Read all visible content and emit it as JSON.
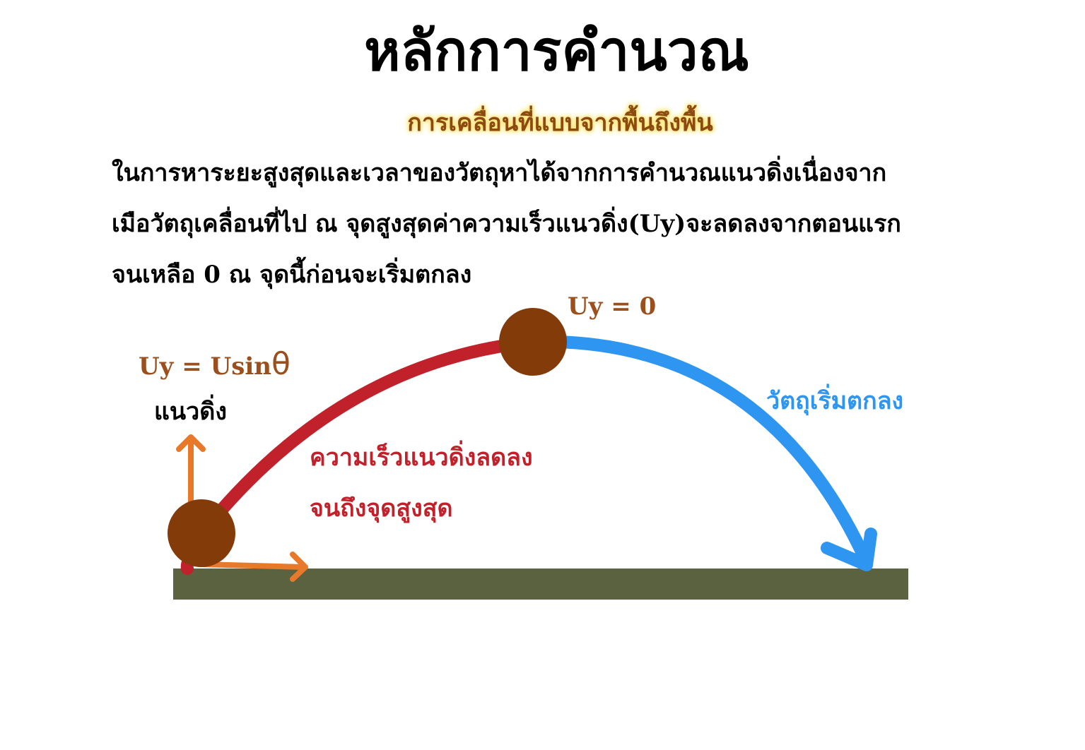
{
  "title": "หลักการคำนวณ",
  "subtitle": "การเคลื่อนที่แบบจากพื้นถึงพื้น",
  "paragraph": {
    "lines": [
      "ในการหาระยะสูงสุดและเวลาของวัตถุหาได้จากการคำนวณแนวดิ่งเนื่องจาก",
      "เมือวัตถุเคลื่อนที่ไป ณ จุดสูงสุดค่าความเร็วแนวดิ่ง(Uy)จะลดลงจากตอนแรก",
      "จนเหลือ 0 ณ จุดนี้ก่อนจะเริ่มตกลง"
    ]
  },
  "labels": {
    "apex": "Uy = 0",
    "initial_velocity_prefix": "Uy = Usin",
    "initial_velocity_symbol": "θ",
    "vertical": "แนวดิ่ง",
    "falling": "วัตถุเริ่มตกลง",
    "rising_line1": "ความเร็วแนวดิ่งลดลง",
    "rising_line2": "จนถึงจุดสูงสุด"
  },
  "colors": {
    "ball": "#843b0a",
    "ground": "#5a6240",
    "rising_arc": "#c0212a",
    "falling_arc": "#2e96f0",
    "component_arrows": "#e8792a",
    "label_brown": "#9a4f1c"
  }
}
